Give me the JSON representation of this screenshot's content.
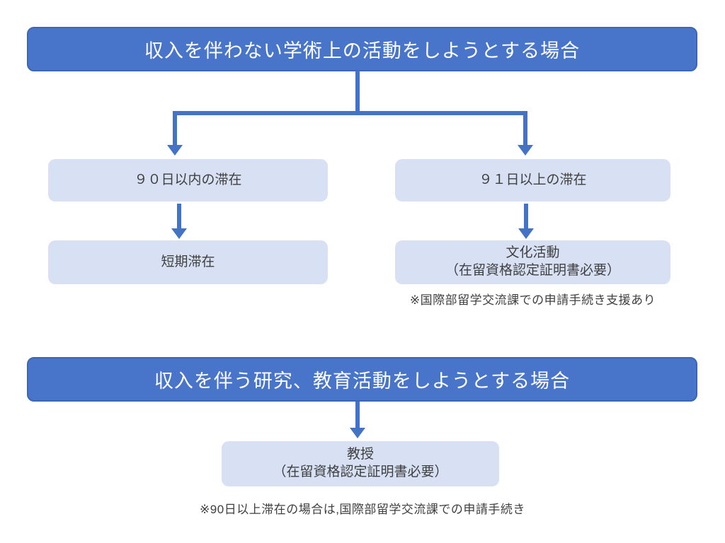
{
  "colors": {
    "accent_blue": "#4874C9",
    "accent_blue_border": "#3D67B2",
    "light_blue": "#D8E1F4",
    "connector_blue": "#4472C4",
    "dark_text": "#3F3F3F",
    "white_text": "#FFFFFF"
  },
  "section1": {
    "banner": "収入を伴わない学術上の活動をしようとする場合",
    "left_branch": {
      "condition": "９０日以内の滞在",
      "result": "短期滞在"
    },
    "right_branch": {
      "condition": "９１日以上の滞在",
      "result_line1": "文化活動",
      "result_line2": "（在留資格認定証明書必要）",
      "note": "※国際部留学交流課での申請手続き支援あり"
    }
  },
  "section2": {
    "banner": "収入を伴う研究、教育活動をしようとする場合",
    "result_line1": "教授",
    "result_line2": "（在留資格認定証明書必要）",
    "note": "※90日以上滞在の場合は,国際部留学交流課での申請手続き"
  }
}
